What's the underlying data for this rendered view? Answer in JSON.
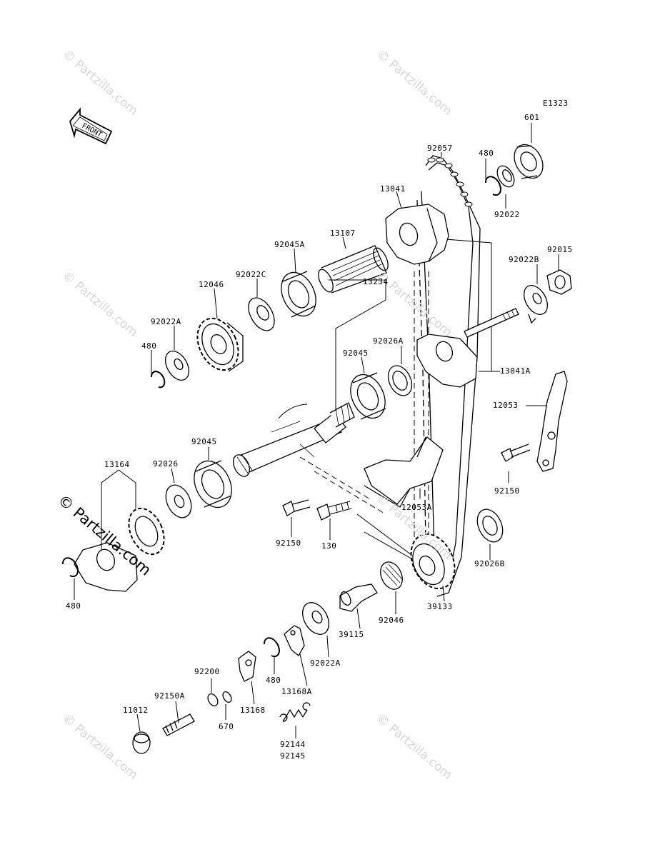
{
  "diagram_code": "E1323",
  "front_label": "FRONT",
  "watermark": "© Partzilla.com",
  "colors": {
    "line": "#000000",
    "watermark": "#d4d4d4"
  },
  "labels": {
    "l601": "601",
    "l92057": "92057",
    "l480a": "480",
    "l92022": "92022",
    "l13041": "13041",
    "l13107": "13107",
    "l92045A": "92045A",
    "l92015": "92015",
    "l92022B": "92022B",
    "l92022C": "92022C",
    "l12046": "12046",
    "l13234": "13234",
    "l92026A": "92026A",
    "l92022A": "92022A",
    "l480b": "480",
    "l92045a": "92045",
    "l13041A": "13041A",
    "l12053": "12053",
    "l92045b": "92045",
    "l13164": "13164",
    "l92026": "92026",
    "l92150a": "92150",
    "l12053A": "12053A",
    "l92150b": "92150",
    "l130": "130",
    "l92026B": "92026B",
    "l480c": "480",
    "l39133": "39133",
    "l92046": "92046",
    "l39115": "39115",
    "l92022A2": "92022A",
    "l92200": "92200",
    "l480d": "480",
    "l13168A": "13168A",
    "l92150A": "92150A",
    "l11012": "11012",
    "l13168": "13168",
    "l670": "670",
    "l92144": "92144",
    "l92145": "92145"
  }
}
